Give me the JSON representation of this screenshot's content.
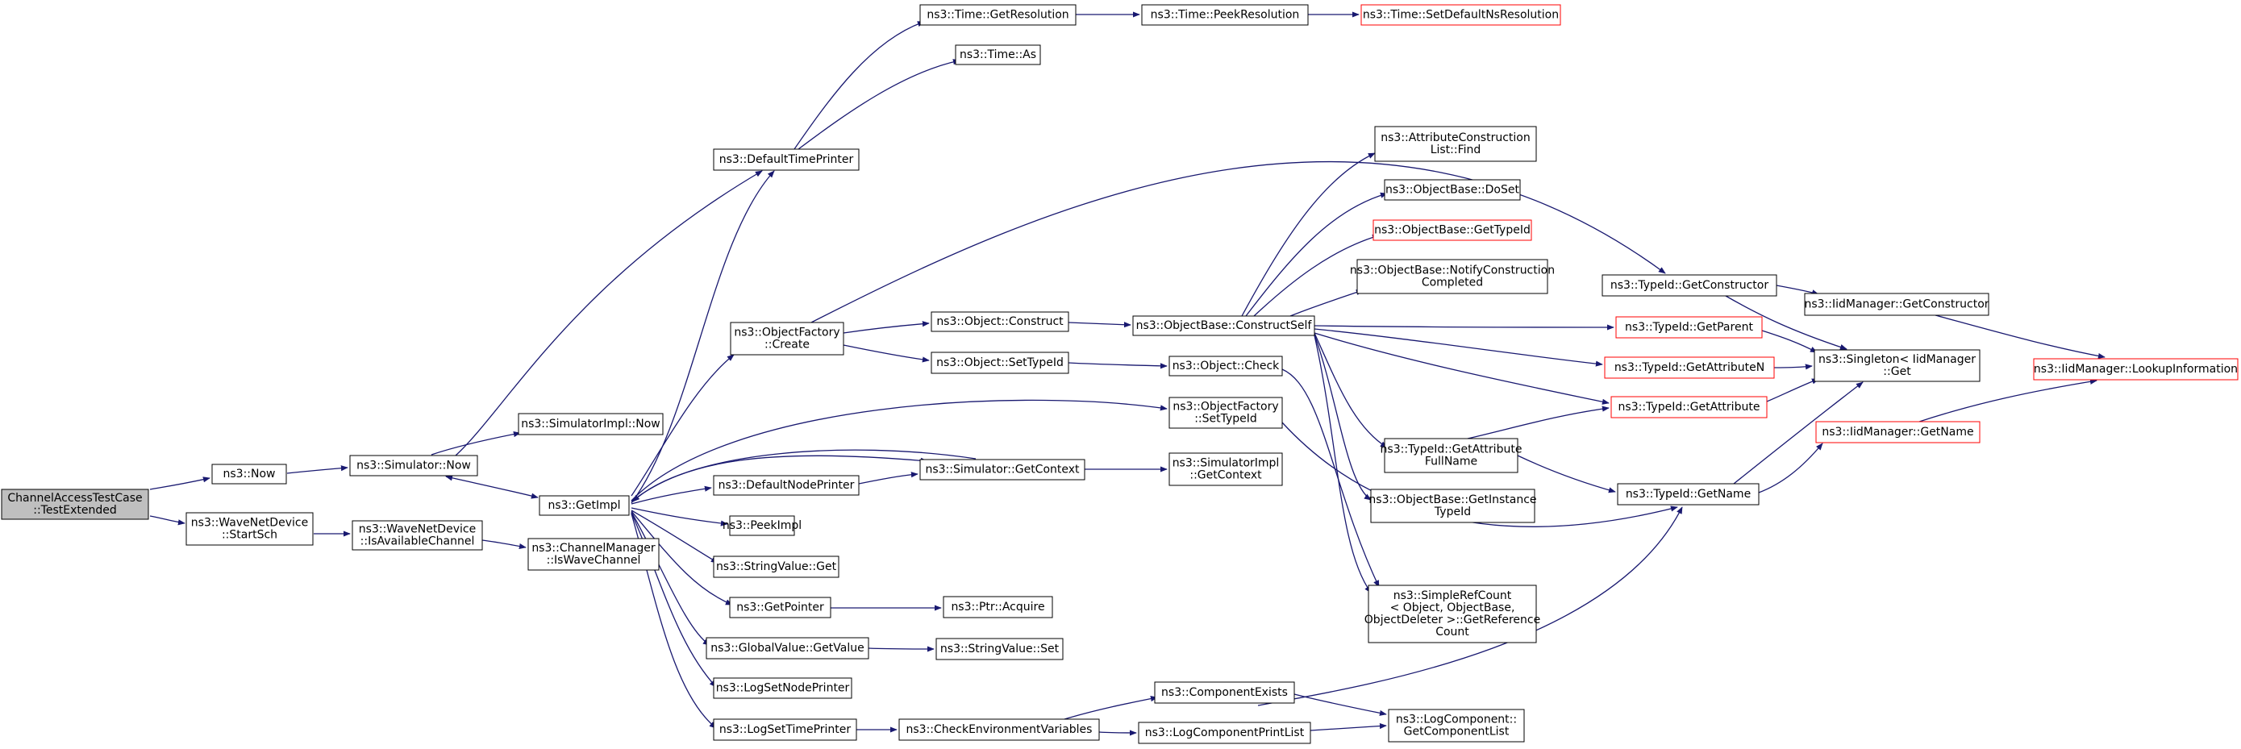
{
  "colors": {
    "edge": "#191970",
    "node_border": "#000000",
    "node_truncated_border": "#ff0000",
    "root_fill": "#bfbfbf",
    "node_fill": "#ffffff"
  },
  "nodes": [
    {
      "id": "root",
      "lines": [
        "ChannelAccessTestCase",
        "::TestExtended"
      ],
      "root": true
    },
    {
      "id": "now",
      "lines": [
        "ns3::Now"
      ]
    },
    {
      "id": "startsch",
      "lines": [
        "ns3::WaveNetDevice",
        "::StartSch"
      ]
    },
    {
      "id": "simnow",
      "lines": [
        "ns3::Simulator::Now"
      ]
    },
    {
      "id": "simimplnow",
      "lines": [
        "ns3::SimulatorImpl::Now"
      ]
    },
    {
      "id": "isavail",
      "lines": [
        "ns3::WaveNetDevice",
        "::IsAvailableChannel"
      ]
    },
    {
      "id": "iswave",
      "lines": [
        "ns3::ChannelManager",
        "::IsWaveChannel"
      ]
    },
    {
      "id": "getimpl",
      "lines": [
        "ns3::GetImpl"
      ]
    },
    {
      "id": "deftime",
      "lines": [
        "ns3::DefaultTimePrinter"
      ]
    },
    {
      "id": "getres",
      "lines": [
        "ns3::Time::GetResolution"
      ]
    },
    {
      "id": "timeas",
      "lines": [
        "ns3::Time::As"
      ]
    },
    {
      "id": "peekres",
      "lines": [
        "ns3::Time::PeekResolution"
      ]
    },
    {
      "id": "setdefns",
      "lines": [
        "ns3::Time::SetDefaultNsResolution"
      ],
      "truncated": true
    },
    {
      "id": "ofcreate",
      "lines": [
        "ns3::ObjectFactory",
        "::Create"
      ]
    },
    {
      "id": "objconstruct",
      "lines": [
        "ns3::Object::Construct"
      ]
    },
    {
      "id": "objsettypeid",
      "lines": [
        "ns3::Object::SetTypeId"
      ]
    },
    {
      "id": "constructself",
      "lines": [
        "ns3::ObjectBase::ConstructSelf"
      ]
    },
    {
      "id": "objcheck",
      "lines": [
        "ns3::Object::Check"
      ]
    },
    {
      "id": "ofsettypeid",
      "lines": [
        "ns3::ObjectFactory",
        "::SetTypeId"
      ]
    },
    {
      "id": "defnode",
      "lines": [
        "ns3::DefaultNodePrinter"
      ]
    },
    {
      "id": "simgetctx",
      "lines": [
        "ns3::Simulator::GetContext"
      ]
    },
    {
      "id": "simimplctx",
      "lines": [
        "ns3::SimulatorImpl",
        "::GetContext"
      ]
    },
    {
      "id": "peekimpl",
      "lines": [
        "ns3::PeekImpl"
      ]
    },
    {
      "id": "strvalget",
      "lines": [
        "ns3::StringValue::Get"
      ]
    },
    {
      "id": "getpointer",
      "lines": [
        "ns3::GetPointer"
      ]
    },
    {
      "id": "ptracquire",
      "lines": [
        "ns3::Ptr::Acquire"
      ]
    },
    {
      "id": "gvgetvalue",
      "lines": [
        "ns3::GlobalValue::GetValue"
      ]
    },
    {
      "id": "strvalset",
      "lines": [
        "ns3::StringValue::Set"
      ]
    },
    {
      "id": "logsetnode",
      "lines": [
        "ns3::LogSetNodePrinter"
      ]
    },
    {
      "id": "logsettime",
      "lines": [
        "ns3::LogSetTimePrinter"
      ]
    },
    {
      "id": "checkenv",
      "lines": [
        "ns3::CheckEnvironmentVariables"
      ]
    },
    {
      "id": "compexists",
      "lines": [
        "ns3::ComponentExists"
      ]
    },
    {
      "id": "logcompprint",
      "lines": [
        "ns3::LogComponentPrintList"
      ]
    },
    {
      "id": "getcomplist",
      "lines": [
        "ns3::LogComponent::",
        "GetComponentList"
      ]
    },
    {
      "id": "attrfind",
      "lines": [
        "ns3::AttributeConstruction",
        "List::Find"
      ]
    },
    {
      "id": "doset",
      "lines": [
        "ns3::ObjectBase::DoSet"
      ]
    },
    {
      "id": "obgettypeid",
      "lines": [
        "ns3::ObjectBase::GetTypeId"
      ],
      "truncated": true
    },
    {
      "id": "notifyconst",
      "lines": [
        "ns3::ObjectBase::NotifyConstruction",
        "Completed"
      ]
    },
    {
      "id": "getinsttypeid",
      "lines": [
        "ns3::ObjectBase::GetInstance",
        "TypeId"
      ]
    },
    {
      "id": "simplerefcount",
      "lines": [
        "ns3::SimpleRefCount",
        "< Object, ObjectBase,",
        "ObjectDeleter >::GetReference",
        "Count"
      ]
    },
    {
      "id": "getattrfullname",
      "lines": [
        "ns3::TypeId::GetAttribute",
        "FullName"
      ]
    },
    {
      "id": "tidgetconstructor",
      "lines": [
        "ns3::TypeId::GetConstructor"
      ]
    },
    {
      "id": "tidgetparent",
      "lines": [
        "ns3::TypeId::GetParent"
      ],
      "truncated": true
    },
    {
      "id": "tidgetattrn",
      "lines": [
        "ns3::TypeId::GetAttributeN"
      ],
      "truncated": true
    },
    {
      "id": "tidgetattr",
      "lines": [
        "ns3::TypeId::GetAttribute"
      ],
      "truncated": true
    },
    {
      "id": "tidgetname",
      "lines": [
        "ns3::TypeId::GetName"
      ]
    },
    {
      "id": "iidgetconstructor",
      "lines": [
        "ns3::IidManager::GetConstructor"
      ]
    },
    {
      "id": "singletonget",
      "lines": [
        "ns3::Singleton< IidManager",
        "::Get"
      ]
    },
    {
      "id": "iidlookup",
      "lines": [
        "ns3::IidManager::LookupInformation"
      ],
      "truncated": true
    },
    {
      "id": "iidgetname",
      "lines": [
        "ns3::IidManager::GetName"
      ],
      "truncated": true
    }
  ]
}
